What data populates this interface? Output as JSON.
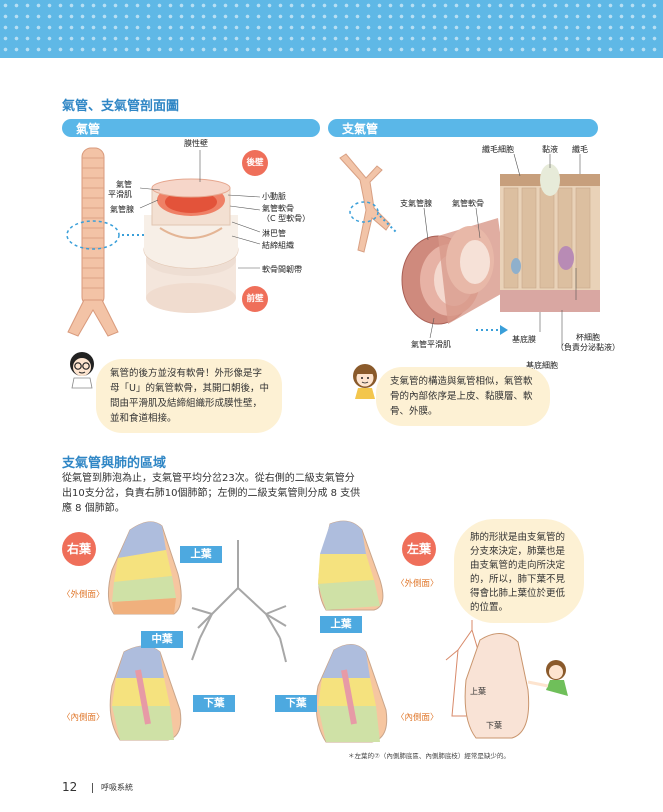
{
  "heading_1": "氣管、支氣管剖面圖",
  "heading_2": "支氣管與肺的區域",
  "trachea": {
    "pill": "氣管",
    "labels": {
      "membrane_wall": "膜性壁",
      "back_wall": "後壁",
      "front_wall": "前壁",
      "smooth_muscle": "氣管\n平滑肌",
      "gland": "氣管腺",
      "arteriole": "小動脈",
      "cartilage": "氣管軟骨\n（C 型軟骨）",
      "lymph": "淋巴管",
      "connective": "結締組織",
      "ligament": "軟骨間韌帶"
    },
    "note": "氣管的後方並沒有軟骨！外形像是字母「U」的氣管軟骨，其開口朝後，中間由平滑肌及結締組織形成膜性壁，並和食道相接。"
  },
  "bronchus": {
    "pill": "支氣管",
    "labels": {
      "ciliated_cell": "纖毛細胞",
      "mucus": "黏液",
      "cilia": "纖毛",
      "gland": "支氣管腺",
      "cartilage": "氣管軟骨",
      "smooth_muscle": "氣管平滑肌",
      "basement_membrane": "基底膜",
      "goblet_cell": "杯細胞\n（負責分泌黏液）",
      "basal_cell": "基底細胞"
    },
    "note": "支氣管的構造與氣管相似，氣管軟骨的內部依序是上皮、黏膜層、軟骨、外膜。"
  },
  "lung_intro": "從氣管到肺泡為止，支氣管平均分岔23次。從右側的二級支氣管分出10支分岔，負責右肺10個肺節；左側的二級支氣管則分成 8 支供應 8 個肺節。",
  "lung_diagram": {
    "right_lung": "右葉",
    "left_lung": "左葉",
    "outer_view": "〈外側面〉",
    "inner_view": "〈內側面〉",
    "upper_lobe": "上葉",
    "middle_lobe": "中葉",
    "lower_lobe": "下葉",
    "bubble": "肺的形狀是由支氣管的分支來決定，肺葉也是由支氣管的走向所決定的，所以，肺下葉不見得會比肺上葉位於更低的位置。",
    "sketch_upper": "上葉",
    "sketch_lower": "下葉",
    "footnote": "＊左葉的⑦（內側肺底區、內側肺底枝）經常是缺少的。"
  },
  "page_number": "12",
  "chapter": "呼吸系統",
  "colors": {
    "accent": "#5ab7e8",
    "heading": "#2f86c5",
    "badge": "#ef6f5a",
    "bubble": "#fdf1d4"
  }
}
